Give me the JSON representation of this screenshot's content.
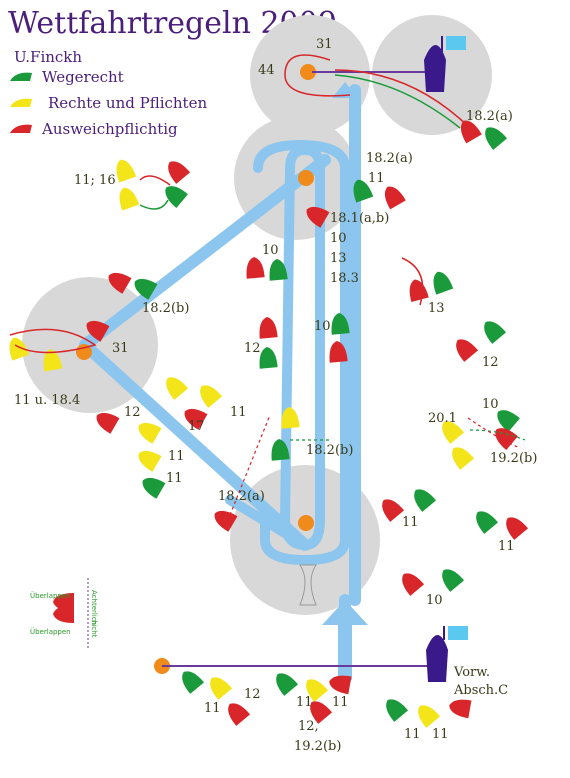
{
  "header": {
    "title": "Wettfahrtregeln 2009",
    "author": "U.Finckh"
  },
  "legend": {
    "items": [
      {
        "label": "Wegerecht",
        "color": "#1a9a3a"
      },
      {
        "label": "Rechte und Pflichten",
        "color": "#f4e41a"
      },
      {
        "label": "Ausweichpflichtig",
        "color": "#d8262a"
      }
    ]
  },
  "side_note": {
    "overlap_top": "Überlappen",
    "overlap_bottom": "Überlappen",
    "vertical_top": "Achterlich",
    "vertical_bottom": "nicht"
  },
  "rules": {
    "r31_top": "31",
    "r44": "44",
    "r1821": "18.2(a)",
    "r1822": "18.2(a)",
    "r11a": "11",
    "r181": "18.1(a,b)",
    "r10a": "10",
    "r13a": "13",
    "r183": "18.3",
    "r1116": "11; 16",
    "r10b": "10",
    "r182b_left": "18.2(b)",
    "r13b": "13",
    "r31_left": "31",
    "r12a": "12",
    "r10c": "10",
    "r12b": "12",
    "r11u": "11 u. 18.4",
    "r12c": "12",
    "r17": "17",
    "r11b": "11",
    "r201": "20.1",
    "r10d": "10",
    "r182b_mid": "18.2(b)",
    "r11c": "11",
    "r11d": "11",
    "r192b_right": "19.2(b)",
    "r182a_low": "18.2(a)",
    "r11e": "11",
    "r11f": "11",
    "r10e": "10",
    "r11g": "11",
    "r12d": "12",
    "r11h": "11",
    "r12e": "12,",
    "r192b_low": "19.2(b)",
    "r11i": "11",
    "r11j": "11",
    "r11k": "11",
    "committee": "Vorw.",
    "committee2": "Absch.C"
  },
  "colors": {
    "course": "#8cc6ee",
    "zone": "#d8d8d8",
    "mark": "#f08a1a",
    "committee_boat": "#3a1a8a",
    "flag": "#5bc8f0",
    "line": "#6a3a9a"
  }
}
